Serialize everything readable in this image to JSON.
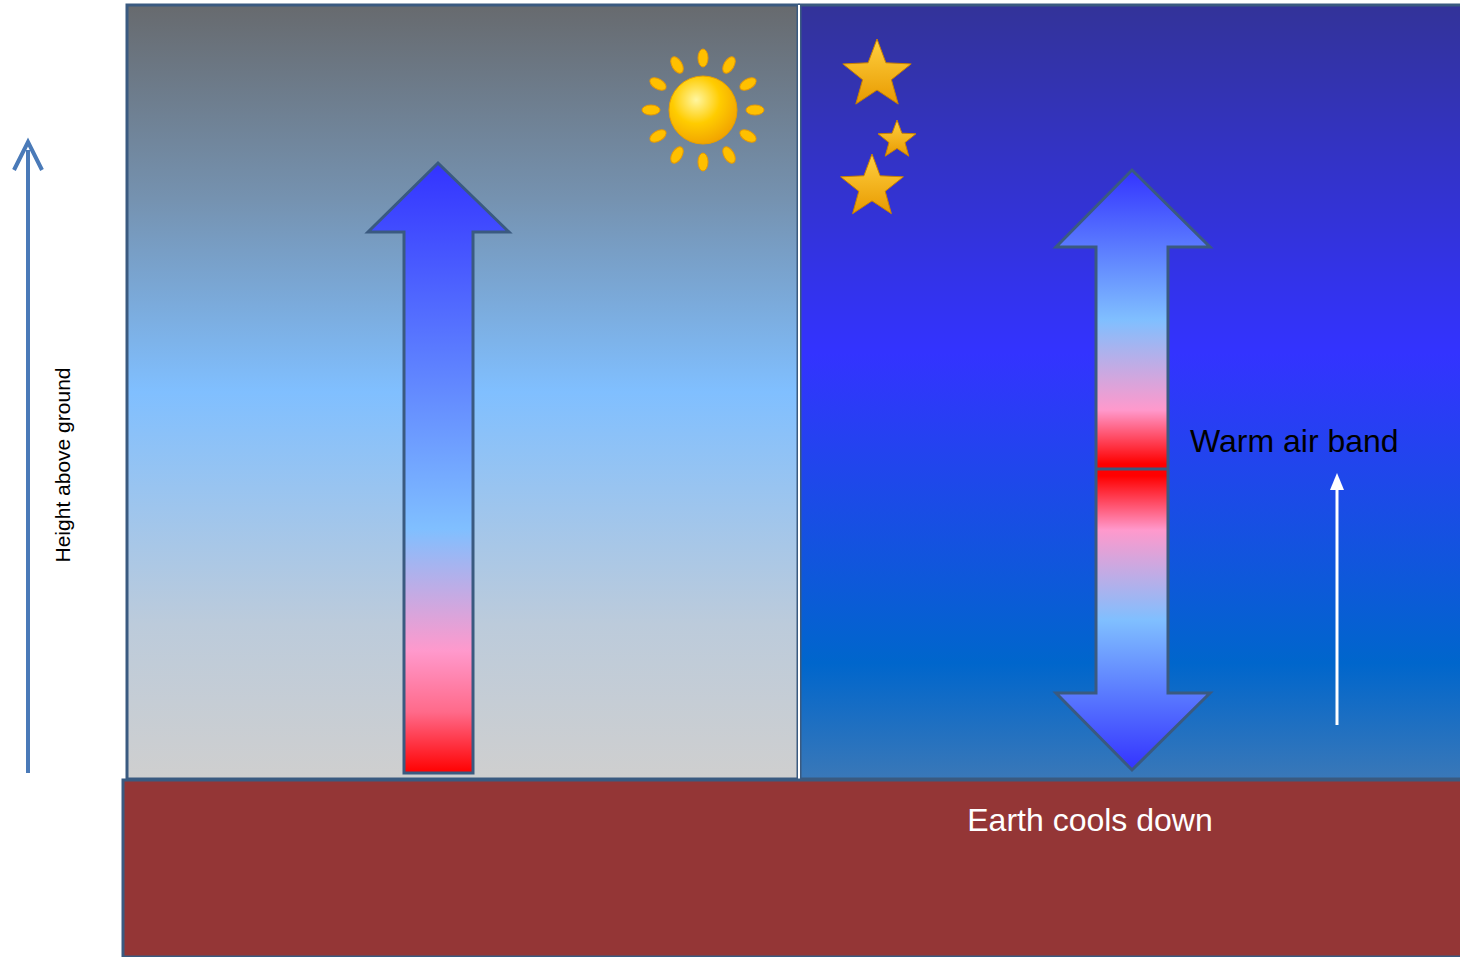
{
  "diagram": {
    "nodes": [
      {
        "text": [
          "Earth cools down"
        ]
      }
    ],
    "labels": [
      "Height above ground",
      "Warm air band"
    ]
  }
}
